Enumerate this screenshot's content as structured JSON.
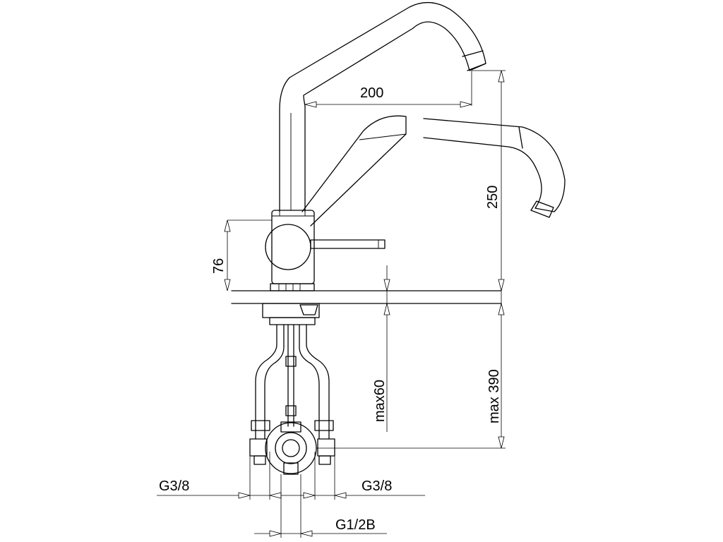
{
  "dimensions": {
    "spout_reach": "200",
    "spout_height": "250",
    "lever_height": "76",
    "max_deck_thickness": "max60",
    "max_below_deck": "max 390",
    "inlet_left": "G3/8",
    "inlet_right": "G3/8",
    "outlet": "G1/2B"
  }
}
